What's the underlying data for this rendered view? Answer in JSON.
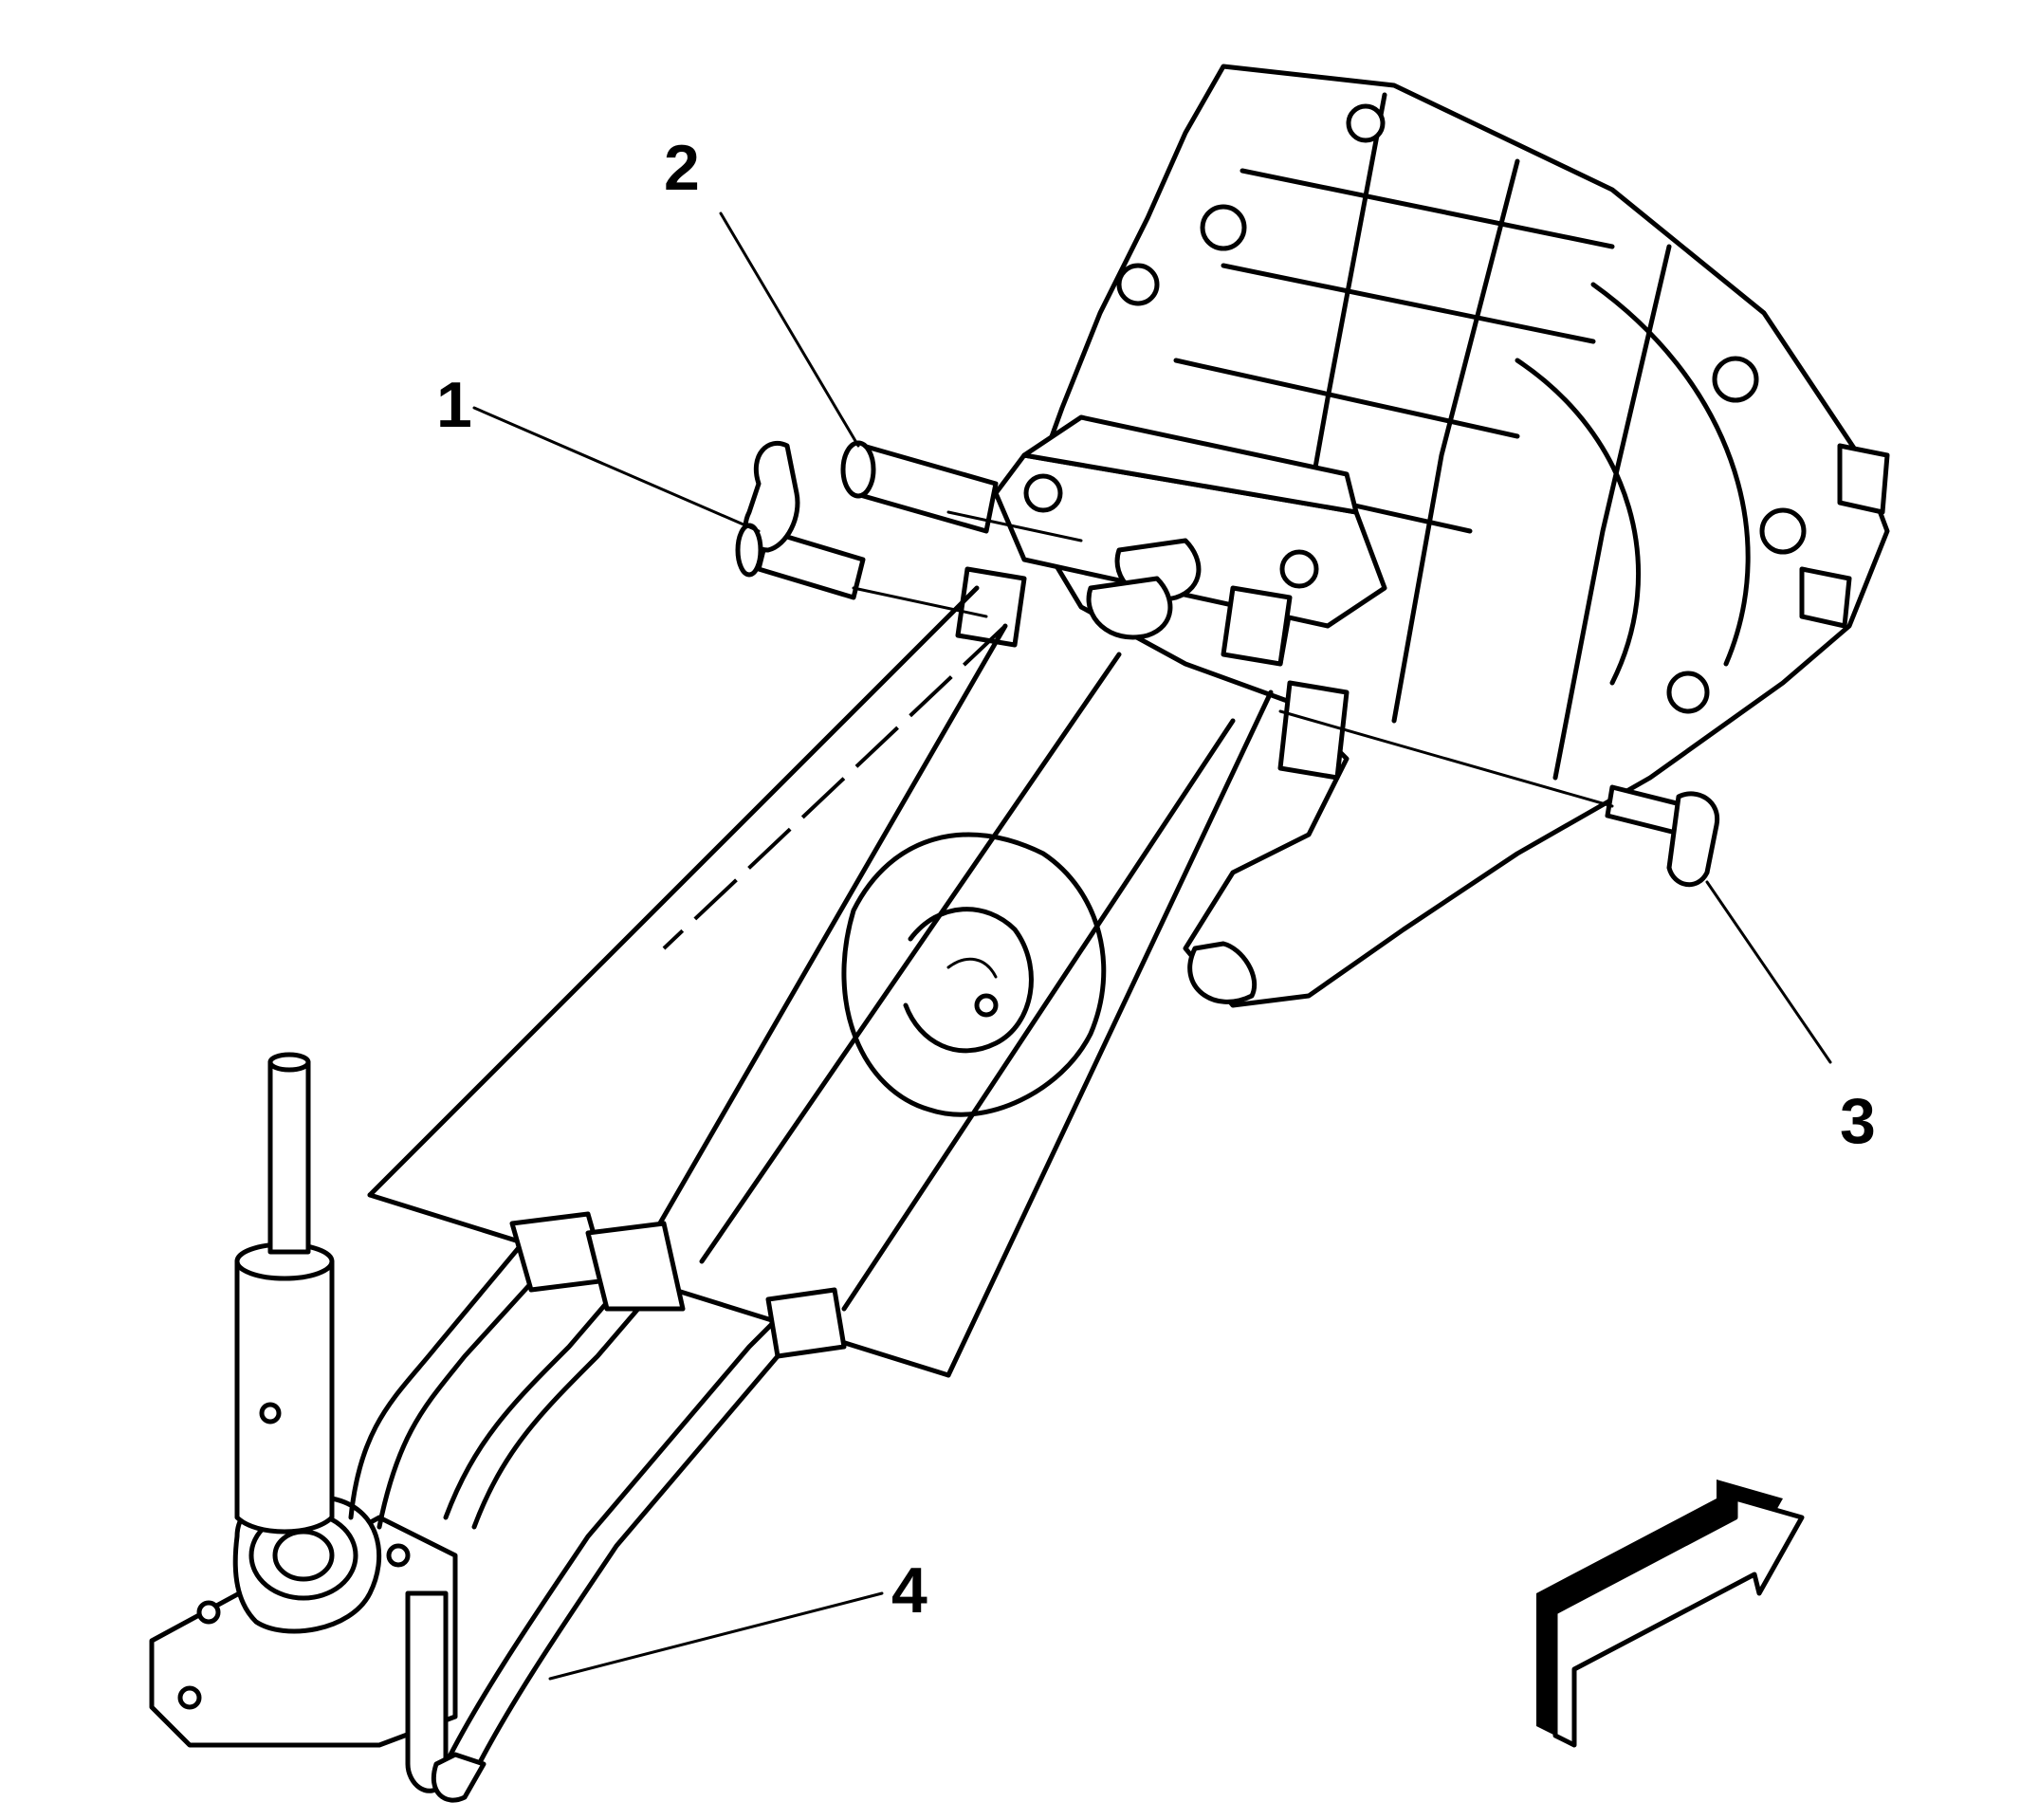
{
  "callouts": [
    {
      "id": "1",
      "label": "1"
    },
    {
      "id": "2",
      "label": "2"
    },
    {
      "id": "3",
      "label": "3"
    },
    {
      "id": "4",
      "label": "4"
    }
  ],
  "icons": [
    "transmission-icon",
    "shift-lever-icon",
    "pin-icon",
    "clip-icon",
    "direction-arrow-icon"
  ],
  "colors": {
    "line": "#000000",
    "background": "#ffffff"
  }
}
